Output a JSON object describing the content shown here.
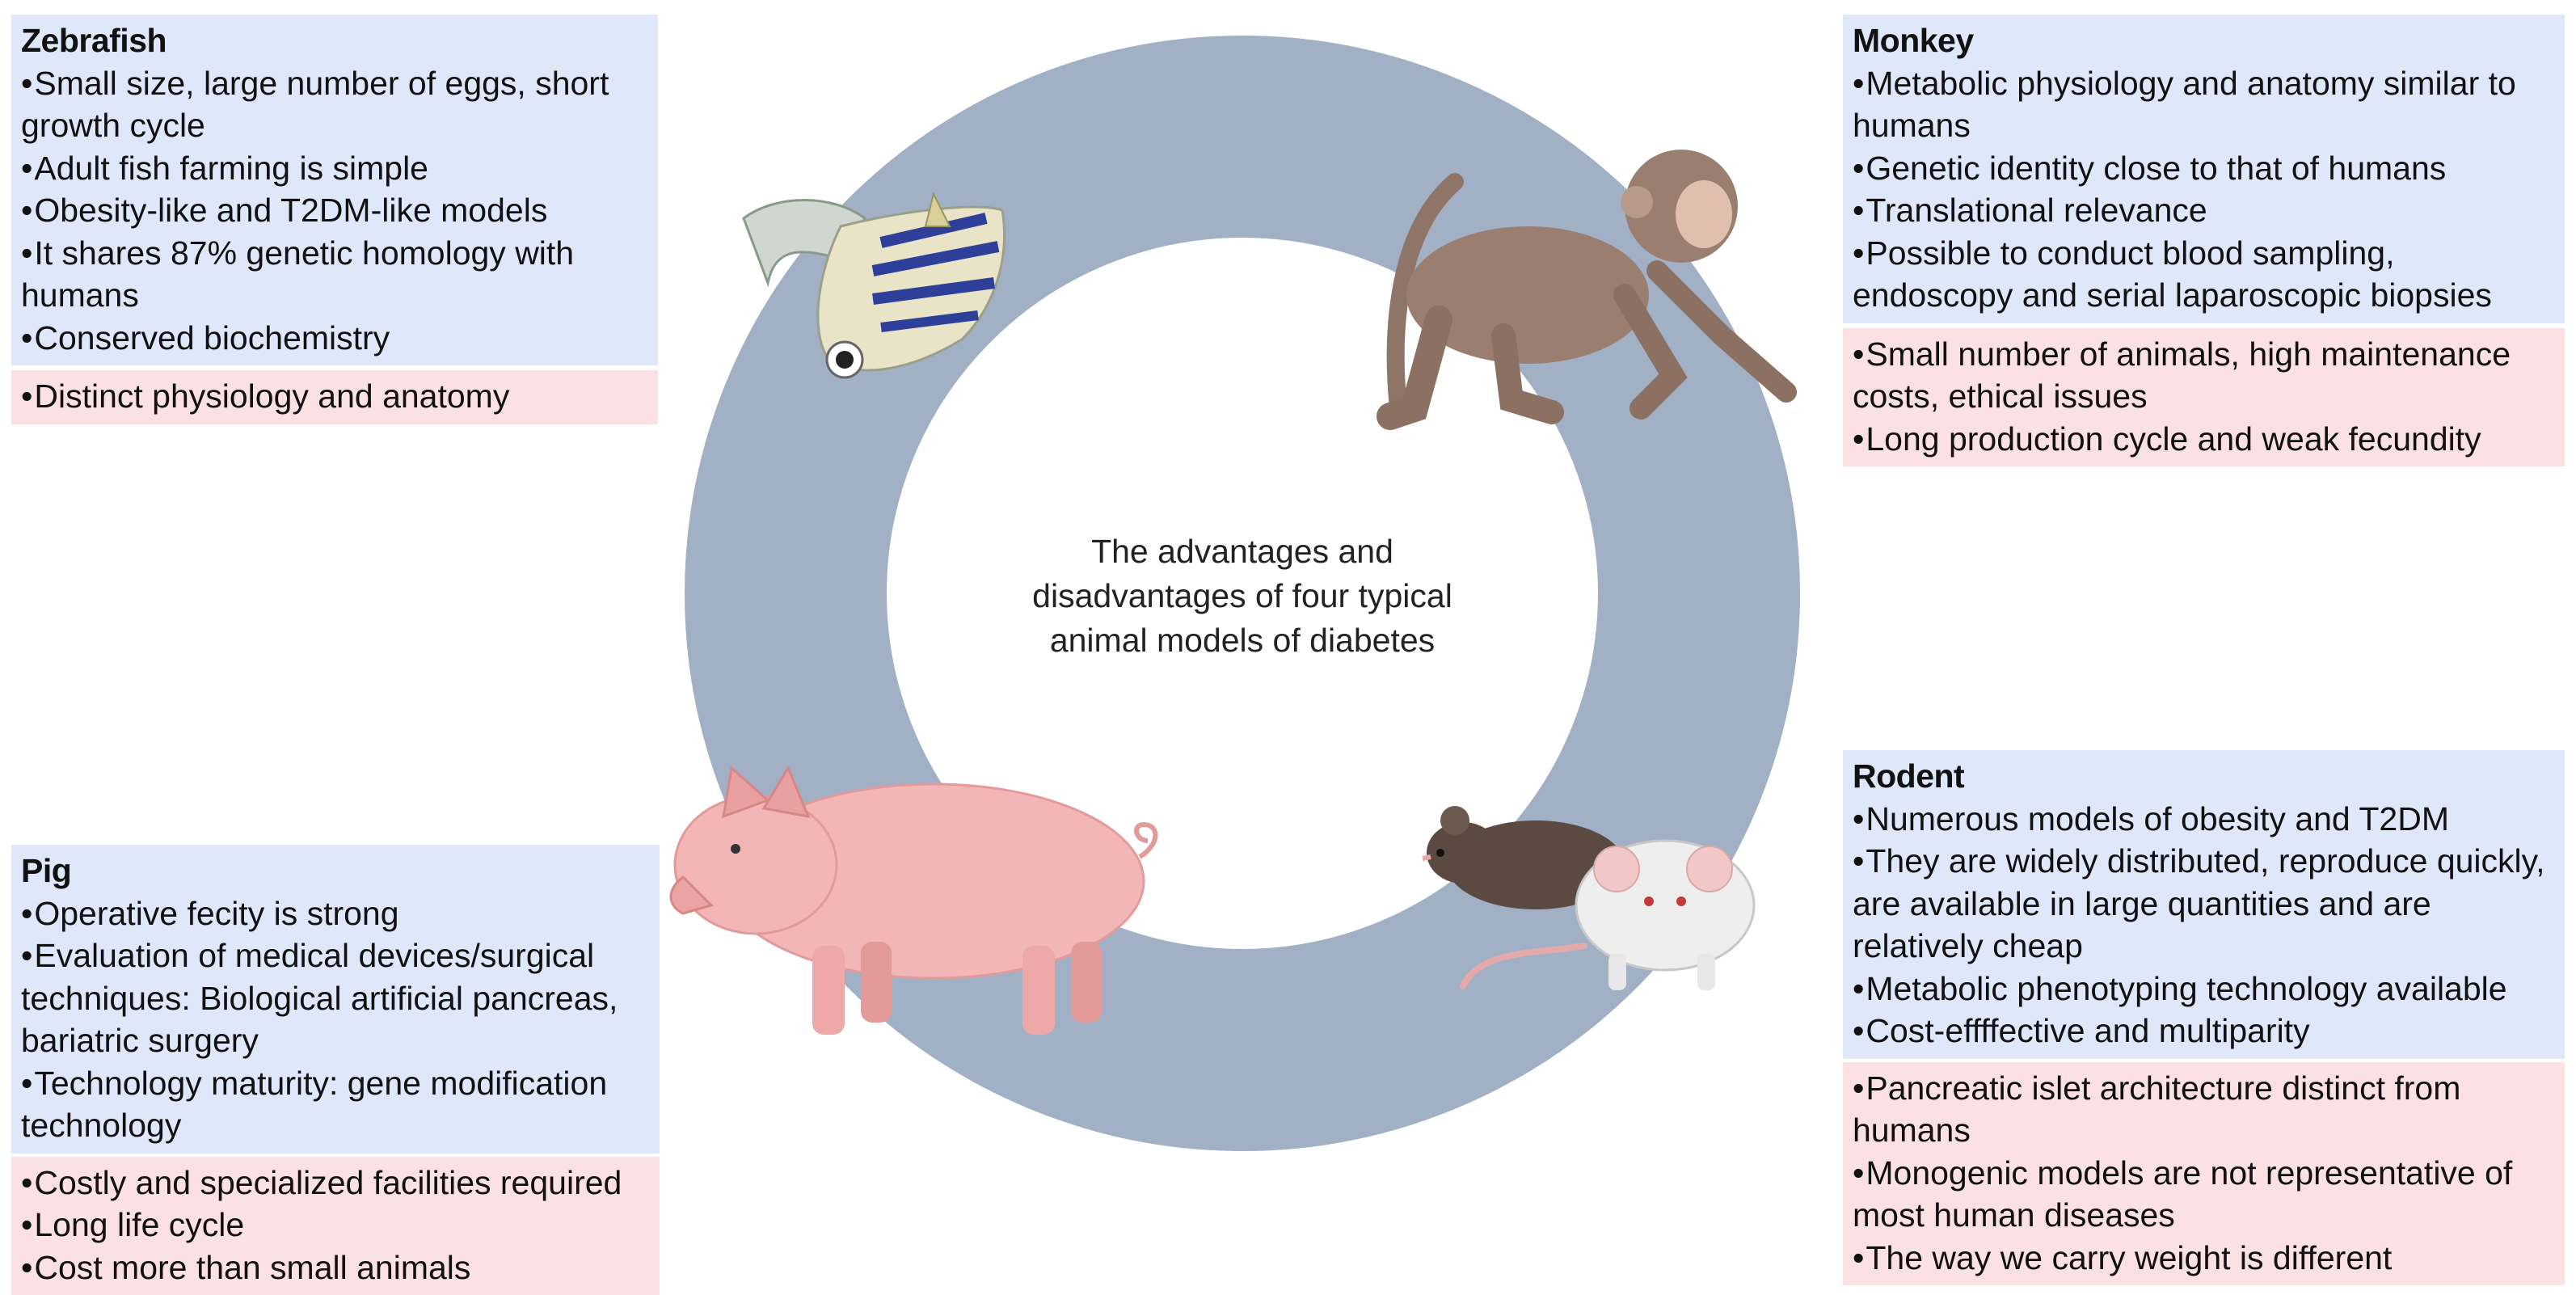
{
  "center_label": {
    "line1": "The advantages and",
    "line2": "disadvantages of four typical",
    "line3": "animal models of diabetes"
  },
  "colors": {
    "ring": "#a2b0c6",
    "advantage_bg": "#dfe7fa",
    "disadvantage_bg": "#fbe0e4"
  },
  "panels": {
    "zebrafish": {
      "title": "Zebrafish",
      "advantages": [
        "Small size, large number of eggs, short growth cycle",
        "Adult fish farming is simple",
        "Obesity-like and T2DM-like models",
        "It shares 87% genetic homology with humans",
        "Conserved biochemistry"
      ],
      "disadvantages": [
        "Distinct physiology and anatomy"
      ]
    },
    "monkey": {
      "title": "Monkey",
      "advantages": [
        "Metabolic physiology and anatomy similar to humans",
        "Genetic identity close to that of humans",
        "Translational relevance",
        "Possible to conduct blood sampling, endoscopy and serial  laparoscopic biopsies"
      ],
      "disadvantages": [
        "Small number of animals, high maintenance costs, ethical issues",
        "Long production cycle and weak fecundity"
      ]
    },
    "pig": {
      "title": "Pig",
      "advantages": [
        "Operative fecity is strong",
        "Evaluation of medical devices/surgical techniques: Biological artificial pancreas, bariatric surgery",
        "Technology maturity: gene modification technology"
      ],
      "disadvantages": [
        "Costly and specialized facilities required",
        "Long life cycle",
        "Cost more than small animals"
      ]
    },
    "rodent": {
      "title": "Rodent",
      "advantages": [
        "Numerous models of obesity and T2DM",
        "They are widely distributed, reproduce quickly, are available in large quantities and are relatively cheap",
        "Metabolic phenotyping technology available",
        "Cost-effffective and multiparity"
      ],
      "disadvantages": [
        "Pancreatic islet architecture distinct from humans",
        "Monogenic models are not representative of most human diseases",
        "The way we carry weight is different"
      ]
    }
  }
}
